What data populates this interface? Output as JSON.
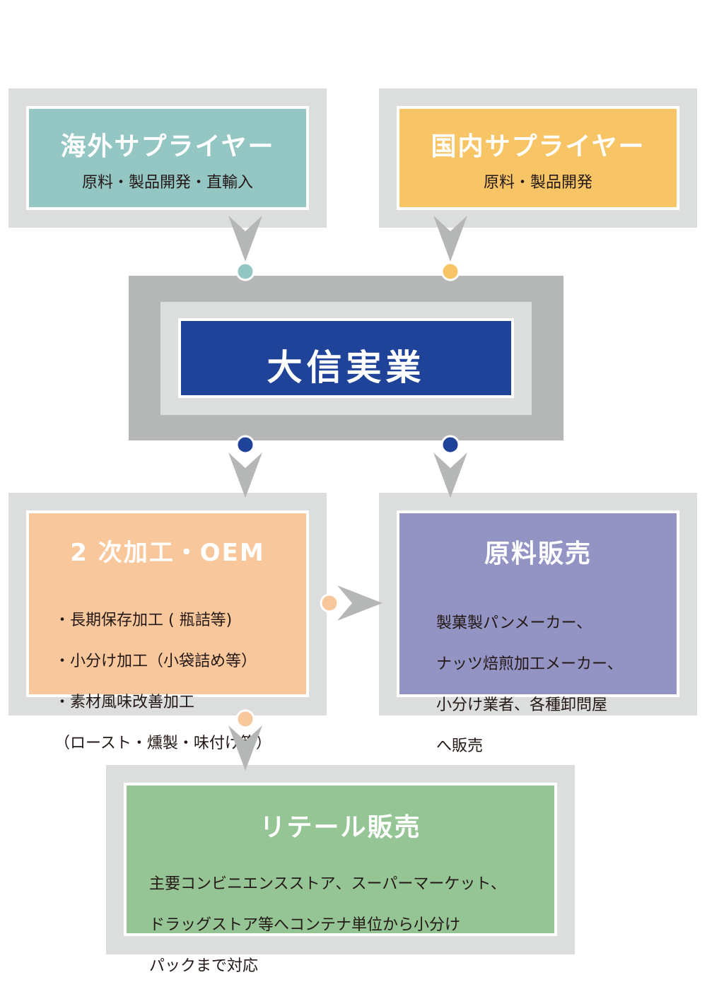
{
  "colors": {
    "frame_light": "#dcdddd",
    "frame_dark": "#b5b6b6",
    "overseas": "#94c6c4",
    "domestic": "#f7c566",
    "center": "#1f4399",
    "processing": "#f8c89c",
    "raw_sales": "#9394c4",
    "retail": "#95c595",
    "arrow": "#b5b6b6"
  },
  "overseas": {
    "title": "海外サプライヤー",
    "subtitle": "原料・製品開発・直輸入"
  },
  "domestic": {
    "title": "国内サプライヤー",
    "subtitle": "原料・製品開発"
  },
  "center": {
    "title": "大信実業"
  },
  "processing": {
    "title": "2 次加工・OEM",
    "lines": [
      "・長期保存加工 ( 瓶詰等)",
      "・小分け加工（小袋詰め等）",
      "・素材風味改善加工",
      "（ロースト・燻製・味付け等）"
    ]
  },
  "raw_sales": {
    "title": "原料販売",
    "lines": [
      "製菓製パンメーカー、",
      "ナッツ焙煎加工メーカー、",
      "小分け業者、各種卸問屋",
      "へ販売"
    ]
  },
  "retail": {
    "title": "リテール販売",
    "lines": [
      "主要コンビニエンスストア、スーパーマーケット、",
      "ドラッグストア等へコンテナ単位から小分け",
      "パックまで対応"
    ]
  }
}
